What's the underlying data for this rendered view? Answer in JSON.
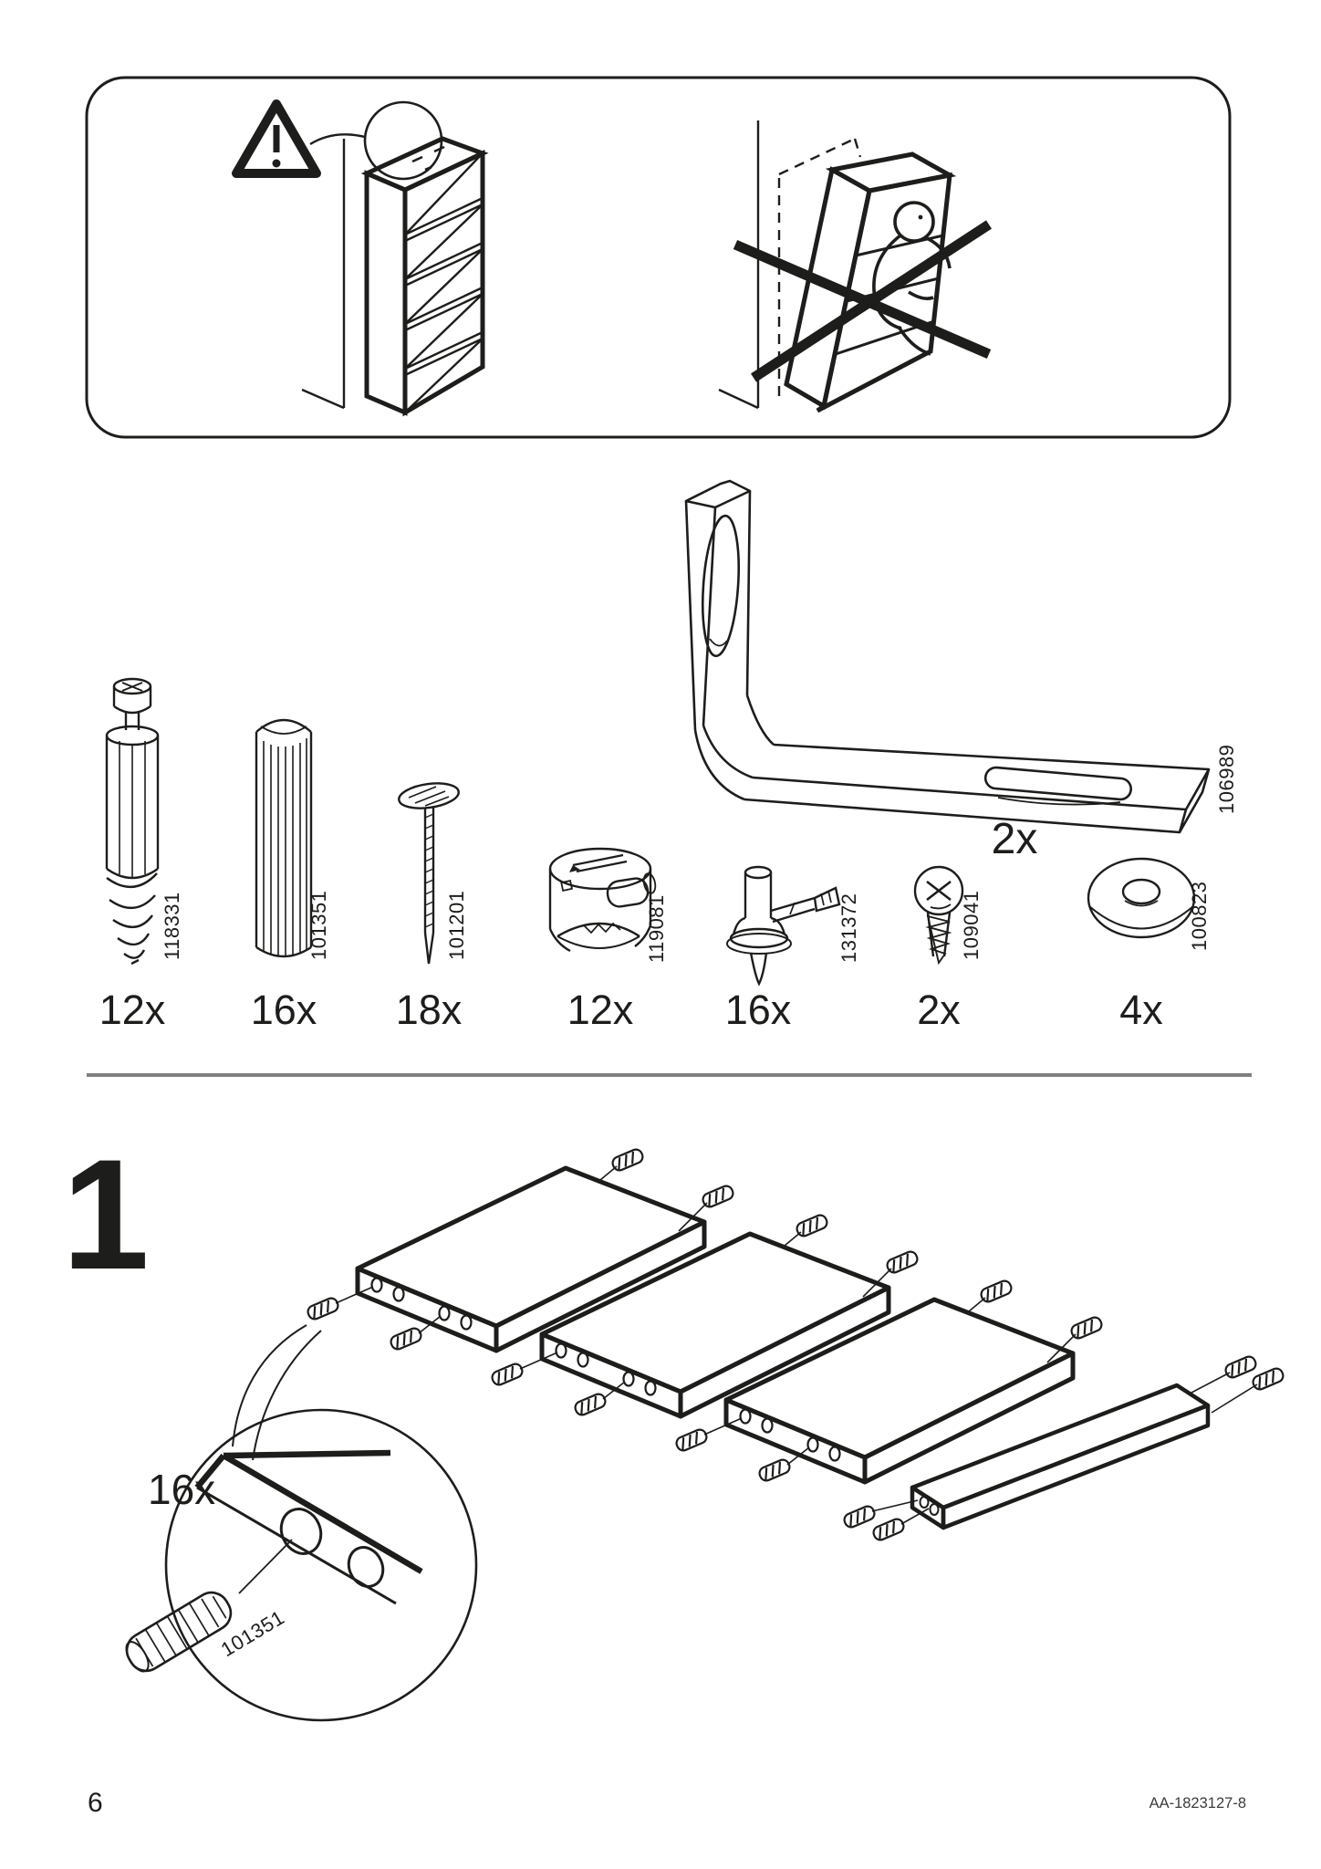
{
  "page": {
    "number": "6",
    "doc_code": "AA-1823127-8"
  },
  "colors": {
    "line": "#1d1d1b",
    "divider": "#808080"
  },
  "warning": {
    "illustrations": [
      "warning-triangle-icon",
      "inspection-circle",
      "wall-line",
      "bookshelf-anchored-upright",
      "bookshelf-tilted-child-crossed-out"
    ]
  },
  "hardware": {
    "bracket": {
      "part_no": "106989",
      "qty": "2x",
      "name": "wall-anchor-bracket"
    },
    "items": [
      {
        "part_no": "118331",
        "qty": "12x",
        "name": "double-ended-screw"
      },
      {
        "part_no": "101351",
        "qty": "16x",
        "name": "wooden-dowel"
      },
      {
        "part_no": "101201",
        "qty": "18x",
        "name": "nail"
      },
      {
        "part_no": "119081",
        "qty": "12x",
        "name": "cam-lock"
      },
      {
        "part_no": "131372",
        "qty": "16x",
        "name": "shelf-pin"
      },
      {
        "part_no": "109041",
        "qty": "2x",
        "name": "pan-head-screw"
      },
      {
        "part_no": "100823",
        "qty": "4x",
        "name": "washer"
      }
    ]
  },
  "step1": {
    "number": "1",
    "detail_qty": "16x",
    "detail_part_no": "101351"
  }
}
